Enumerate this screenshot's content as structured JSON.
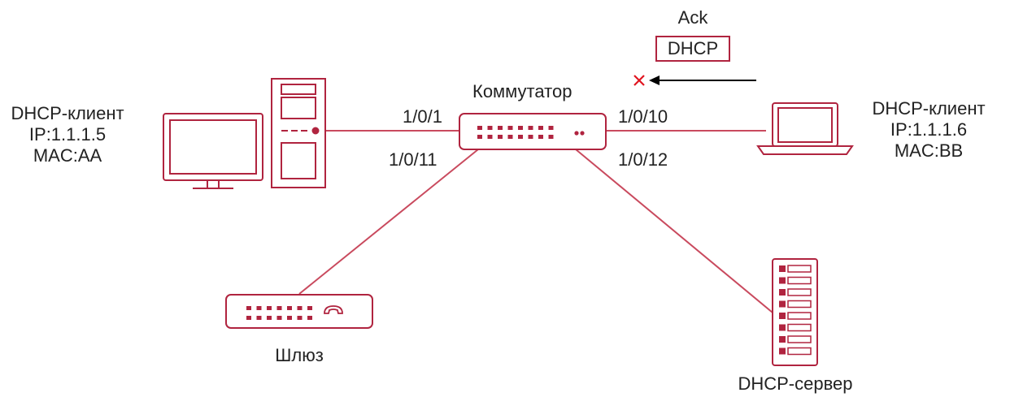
{
  "colors": {
    "accent": "#b0243f",
    "link": "#c94a5e",
    "text": "#222222",
    "arrow": "#000000",
    "blocked_x": "#e0151f"
  },
  "nodes": {
    "client_left": {
      "icon": "desktop-pc-icon",
      "lines": [
        "DHCP-клиент",
        "IP:1.1.1.5",
        "MAC:AA"
      ]
    },
    "switch": {
      "icon": "switch-icon",
      "label": "Коммутатор"
    },
    "client_right": {
      "icon": "laptop-icon",
      "lines": [
        "DHCP-клиент",
        "IP:1.1.1.6",
        "MAC:BB"
      ]
    },
    "gateway": {
      "icon": "gateway-router-icon",
      "label": "Шлюз"
    },
    "server": {
      "icon": "server-rack-icon",
      "label": "DHCP-сервер"
    }
  },
  "ports": {
    "p1": "1/0/1",
    "p11": "1/0/11",
    "p10": "1/0/10",
    "p12": "1/0/12"
  },
  "message": {
    "type": "Ack",
    "protocol": "DHCP",
    "status_icon": "blocked-x-icon",
    "direction": "arrow-left-icon"
  }
}
